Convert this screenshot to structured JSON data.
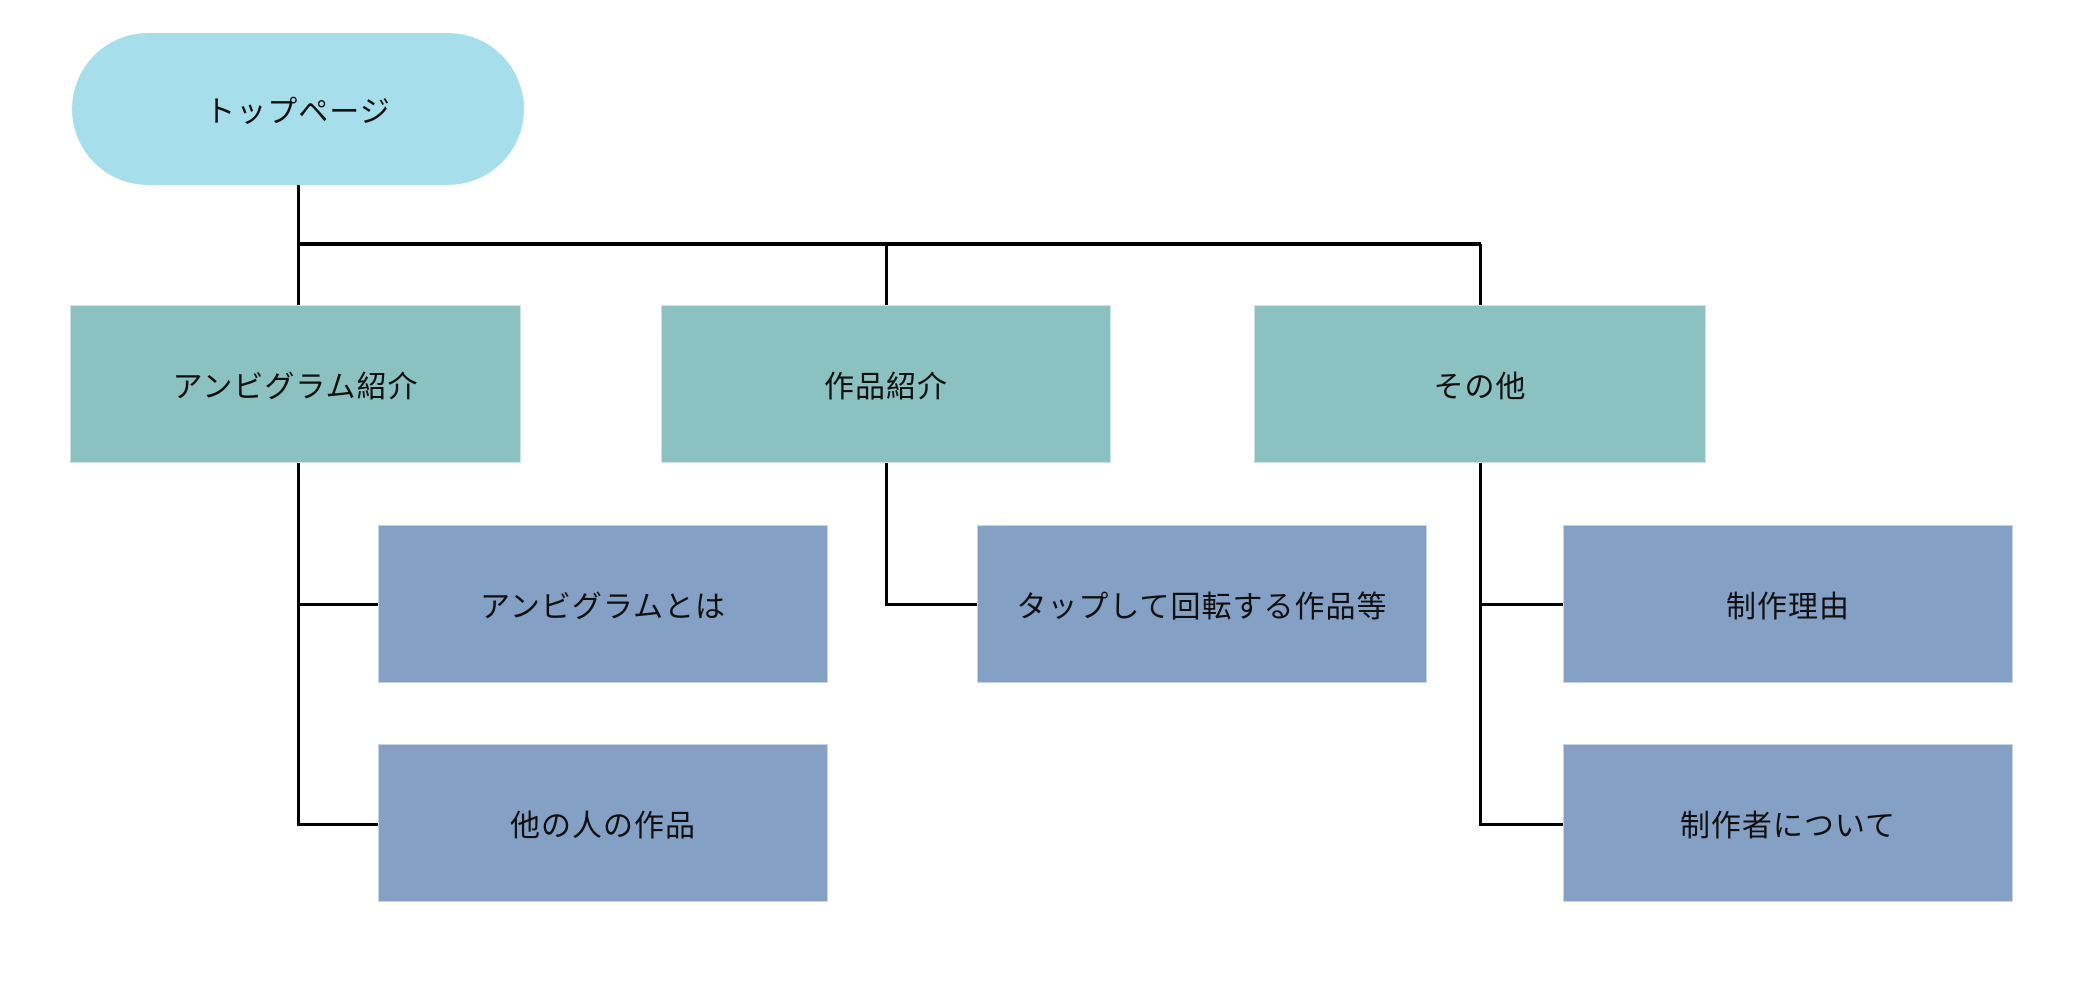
{
  "diagram": {
    "title": "site-map-tree",
    "root": {
      "label": "トップページ"
    },
    "branches": [
      {
        "label": "アンビグラム紹介",
        "children": [
          {
            "label": "アンビグラムとは"
          },
          {
            "label": "他の人の作品"
          }
        ]
      },
      {
        "label": "作品紹介",
        "children": [
          {
            "label": "タップして回転する作品等"
          }
        ]
      },
      {
        "label": "その他",
        "children": [
          {
            "label": "制作理由"
          },
          {
            "label": "制作者について"
          }
        ]
      }
    ],
    "colors": {
      "root_fill": "#a6deeb",
      "branch_fill": "#8bc1c1",
      "leaf_fill": "#84a0c4",
      "connector": "#000000",
      "text": "#101010",
      "background": "#ffffff"
    }
  }
}
